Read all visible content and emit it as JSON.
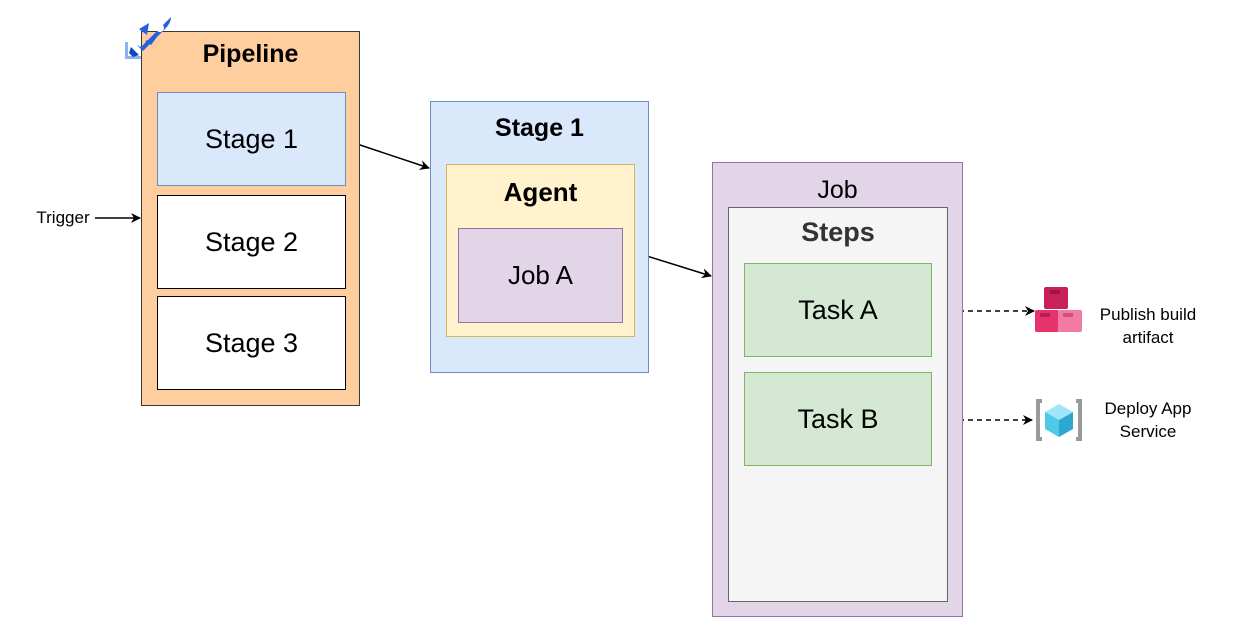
{
  "pipeline": {
    "title": "Pipeline",
    "icon": "azure-pipelines-rocket-icon",
    "stages": [
      "Stage 1",
      "Stage 2",
      "Stage 3"
    ]
  },
  "trigger": {
    "label": "Trigger"
  },
  "stage_detail": {
    "title": "Stage 1",
    "agent": {
      "title": "Agent",
      "job": "Job A"
    }
  },
  "job": {
    "title": "Job",
    "steps": {
      "title": "Steps",
      "tasks": [
        "Task A",
        "Task B"
      ]
    }
  },
  "outputs": [
    {
      "label_line1": "Publish build",
      "label_line2": "artifact",
      "icon": "artifact-boxes-icon"
    },
    {
      "label_line1": "Deploy App",
      "label_line2": "Service",
      "icon": "app-service-cube-icon"
    }
  ],
  "colors": {
    "pipeline_fill": "#FFCE9F",
    "stage_blue": "#DAE8FC",
    "agent_yellow": "#FFF2CC",
    "job_purple": "#E1D5E7",
    "steps_gray": "#F5F5F5",
    "task_green": "#D5E8D4",
    "artifact_pink": "#E5336C",
    "app_service_blue": "#50C8E8"
  }
}
